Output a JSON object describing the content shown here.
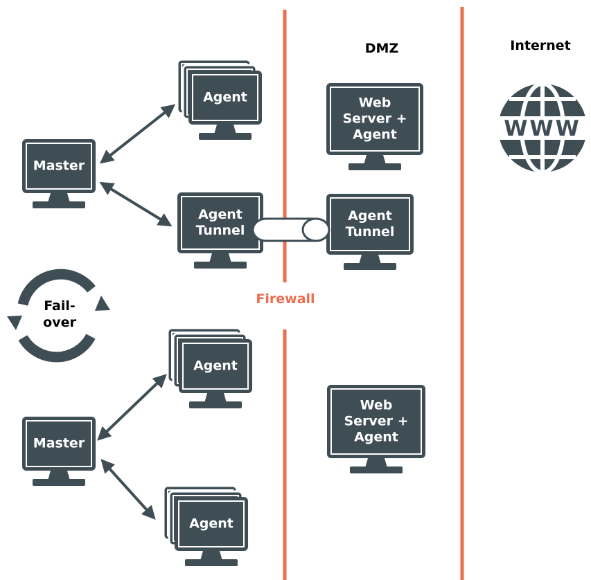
{
  "colors": {
    "monitor": "#3f4d55",
    "firewall": "#ec6d4f",
    "text_on_monitor": "#ffffff",
    "header_text": "#000000"
  },
  "zones": {
    "dmz": "DMZ",
    "internet": "Internet",
    "firewall": "Firewall"
  },
  "failover": {
    "line1": "Fail-",
    "line2": "over"
  },
  "nodes": {
    "master_top": "Master",
    "master_bottom": "Master",
    "agent_top": "Agent",
    "agent_tunnel_internal": {
      "line1": "Agent",
      "line2": "Tunnel"
    },
    "agent_tunnel_dmz": {
      "line1": "Agent",
      "line2": "Tunnel"
    },
    "web_server_top": {
      "line1": "Web",
      "line2": "Server +",
      "line3": "Agent"
    },
    "web_server_bottom": {
      "line1": "Web",
      "line2": "Server +",
      "line3": "Agent"
    },
    "agent_mid_lower": "Agent",
    "agent_bottom": "Agent"
  },
  "icons": {
    "globe": "www-globe-icon",
    "failover": "failover-cycle-icon",
    "tunnel": "tunnel-pipe-icon"
  },
  "globe_text": "WWW"
}
